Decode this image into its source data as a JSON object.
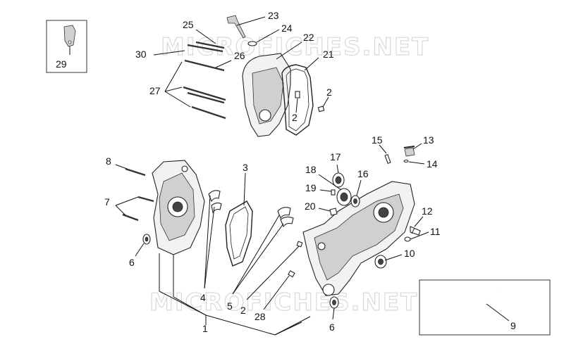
{
  "watermark": "MICROFICHES.NET",
  "callouts": [
    {
      "id": "c29",
      "text": "29"
    },
    {
      "id": "c25",
      "text": "25"
    },
    {
      "id": "c23",
      "text": "23"
    },
    {
      "id": "c24",
      "text": "24"
    },
    {
      "id": "c22",
      "text": "22"
    },
    {
      "id": "c30",
      "text": "30"
    },
    {
      "id": "c26",
      "text": "26"
    },
    {
      "id": "c21",
      "text": "21"
    },
    {
      "id": "c27",
      "text": "27"
    },
    {
      "id": "c2a",
      "text": "2"
    },
    {
      "id": "c2b",
      "text": "2"
    },
    {
      "id": "c15",
      "text": "15"
    },
    {
      "id": "c13",
      "text": "13"
    },
    {
      "id": "c14",
      "text": "14"
    },
    {
      "id": "c8",
      "text": "8"
    },
    {
      "id": "c3",
      "text": "3"
    },
    {
      "id": "c17",
      "text": "17"
    },
    {
      "id": "c18",
      "text": "18"
    },
    {
      "id": "c16",
      "text": "16"
    },
    {
      "id": "c19",
      "text": "19"
    },
    {
      "id": "c7",
      "text": "7"
    },
    {
      "id": "c20",
      "text": "20"
    },
    {
      "id": "c12",
      "text": "12"
    },
    {
      "id": "c11",
      "text": "11"
    },
    {
      "id": "c6a",
      "text": "6"
    },
    {
      "id": "c10",
      "text": "10"
    },
    {
      "id": "c4",
      "text": "4"
    },
    {
      "id": "c5",
      "text": "5"
    },
    {
      "id": "c2c",
      "text": "2"
    },
    {
      "id": "c28",
      "text": "28"
    },
    {
      "id": "c6b",
      "text": "6"
    },
    {
      "id": "c1",
      "text": "1"
    },
    {
      "id": "c9",
      "text": "9"
    }
  ]
}
